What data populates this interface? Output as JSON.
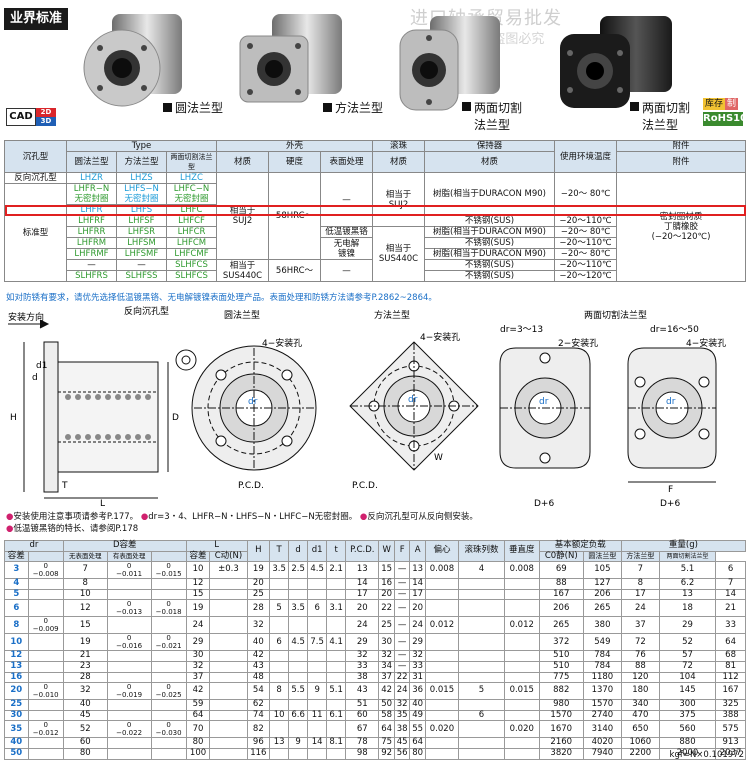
{
  "header": {
    "tag": "业界标准",
    "watermark": "进口轴承贸易批发",
    "watermark_sub": "产品实拍 · 盗图必究"
  },
  "cad": {
    "label": "CAD",
    "b2d": "2D",
    "b3d": "3D"
  },
  "products": [
    {
      "label": "圆法兰型"
    },
    {
      "label": "方法兰型"
    },
    {
      "label": "两面切割\n法兰型"
    },
    {
      "label": "两面切割\n法兰型"
    }
  ],
  "stock": {
    "a": "库存",
    "b": "制",
    "rohs": "RoHS10"
  },
  "spec_table": {
    "h_hole": "沉孔型",
    "h_type": "Type",
    "h_round": "圆法兰型",
    "h_square": "方法兰型",
    "h_cut": "两面切割法兰型",
    "h_shell": "外壳",
    "h_ball": "滚珠",
    "h_retainer": "保持器",
    "h_env": "使用环境温度",
    "h_acc": "附件",
    "m_material": "材质",
    "m_hard": "硬度",
    "m_surface": "表面处理",
    "m_ball_mat": "材质",
    "m_ret_mat": "材质",
    "m_acc": "附件",
    "row_rev": "反向沉孔型",
    "row_std": "标准型",
    "rows": [
      [
        "LHZR",
        "LHZS",
        "LHZC"
      ],
      [
        "LHFR−N\n无密封圈",
        "LHFS−N\n无密封圈",
        "LHFC−N\n无密封圈"
      ],
      [
        "LHFR",
        "LHFS",
        "LHFC"
      ],
      [
        "LHFRF",
        "LHFSF",
        "LHFCF"
      ],
      [
        "LHFRR",
        "LHFSR",
        "LHFCR"
      ],
      [
        "LHFRM",
        "LHFSM",
        "LHFCM"
      ],
      [
        "LHFRMF",
        "LHFSMF",
        "LHFCMF"
      ],
      [
        "—",
        "—",
        "SLHFCS"
      ],
      [
        "SLHFRS",
        "SLHFSS",
        "SLHFCS"
      ]
    ],
    "shell_mat_1": "相当于\nSUJ2",
    "shell_mat_2": "相当于\nSUS440C",
    "hard_1": "58HRC〜",
    "hard_2": "56HRC〜",
    "surf_dash": "—",
    "surf_black": "低温镀黑铬",
    "surf_el": "无电解\n镀镍",
    "ball_1": "相当于\nSUJ2",
    "ball_2": "相当于\nSUS440C",
    "ret_resin": "树脂(相当于DURACON M90)",
    "ret_ss": "不锈钢(SUS)",
    "env_80": "−20〜 80℃",
    "env_110": "−20〜110℃",
    "env_120": "−20〜120℃",
    "acc": "密封圈材质\n丁腈橡胶\n(−20〜120℃)"
  },
  "note1": "如对防锈有要求，请优先选择低温镀黑铬、无电解镀镍表面处理产品。表面处理和防锈方法请参考P.2862~2864。",
  "diagram": {
    "install_dir": "安装方向",
    "rev_hole": "反向沉孔型",
    "round": "圆法兰型",
    "square": "方法兰型",
    "cut": "两面切割法兰型",
    "dr_small": "dr=3〜13",
    "dr_large": "dr=16〜50",
    "holes4": "4−安装孔",
    "holes2": "2−安装孔",
    "pcd": "P.C.D.",
    "dplus": "D+6",
    "dims": {
      "H": "H",
      "L": "L",
      "T": "T",
      "D": "D",
      "d": "d",
      "d1": "d1",
      "W": "W",
      "F": "F",
      "dr": "dr"
    }
  },
  "note2": {
    "a": "安装使用注意事项请参考P.177。",
    "b": "dr=3・4、LHFR−N・LHFS−N・LHFC−N无密封圈。",
    "c": "反向沉孔型可从反向侧安装。",
    "d": "低温镀黑铬的特长、请参阅P.178"
  },
  "dim_table": {
    "headers": {
      "dr": "dr",
      "dr_tol": "容差",
      "D_tol": "D容差",
      "D_none": "无表面处理",
      "D_surf": "有表面处理",
      "L": "L",
      "L_tol": "容差",
      "H": "H",
      "T": "T",
      "d": "d",
      "d1": "d1",
      "t": "t",
      "pcd": "P.C.D.",
      "W": "W",
      "F": "F",
      "A": "A",
      "ecc": "偏心",
      "rows": "滚珠列数",
      "perp": "垂直度",
      "load": "基本额定负载",
      "C": "C动(N)",
      "C0": "C0静(N)",
      "weight": "重量(g)",
      "w_round": "圆法兰型",
      "w_square": "方法兰型",
      "w_cut": "两面切割法兰型"
    },
    "rows": [
      [
        "3",
        "0\n−0.008",
        "7",
        "0\n−0.011",
        "0\n−0.015",
        "10",
        "±0.3",
        "19",
        "3.5",
        "2.5",
        "4.5",
        "2.1",
        "13",
        "15",
        "—",
        "13",
        "0.008",
        "4",
        "0.008",
        "69",
        "105",
        "7",
        "5.1",
        "6"
      ],
      [
        "4",
        "",
        "8",
        "",
        "",
        "12",
        "",
        "20",
        "",
        "",
        "",
        "",
        "14",
        "16",
        "—",
        "14",
        "",
        "",
        "",
        "88",
        "127",
        "8",
        "6.2",
        "7"
      ],
      [
        "5",
        "",
        "10",
        "",
        "",
        "15",
        "",
        "25",
        "",
        "",
        "",
        "",
        "17",
        "20",
        "—",
        "17",
        "",
        "",
        "",
        "167",
        "206",
        "17",
        "13",
        "14"
      ],
      [
        "6",
        "",
        "12",
        "0\n−0.013",
        "0\n−0.018",
        "19",
        "",
        "28",
        "5",
        "3.5",
        "6",
        "3.1",
        "20",
        "22",
        "—",
        "20",
        "",
        "",
        "",
        "206",
        "265",
        "24",
        "18",
        "21"
      ],
      [
        "8",
        "0\n−0.009",
        "15",
        "",
        "",
        "24",
        "",
        "32",
        "",
        "",
        "",
        "",
        "24",
        "25",
        "—",
        "24",
        "0.012",
        "",
        "0.012",
        "265",
        "380",
        "37",
        "29",
        "33"
      ],
      [
        "10",
        "",
        "19",
        "0\n−0.016",
        "0\n−0.021",
        "29",
        "",
        "40",
        "6",
        "4.5",
        "7.5",
        "4.1",
        "29",
        "30",
        "—",
        "29",
        "",
        "",
        "",
        "372",
        "549",
        "72",
        "52",
        "64"
      ],
      [
        "12",
        "",
        "21",
        "",
        "",
        "30",
        "",
        "42",
        "",
        "",
        "",
        "",
        "32",
        "32",
        "—",
        "32",
        "",
        "",
        "",
        "510",
        "784",
        "76",
        "57",
        "68"
      ],
      [
        "13",
        "",
        "23",
        "",
        "",
        "32",
        "",
        "43",
        "",
        "",
        "",
        "",
        "33",
        "34",
        "—",
        "33",
        "",
        "",
        "",
        "510",
        "784",
        "88",
        "72",
        "81"
      ],
      [
        "16",
        "",
        "28",
        "",
        "",
        "37",
        "",
        "48",
        "",
        "",
        "",
        "",
        "38",
        "37",
        "22",
        "31",
        "",
        "",
        "",
        "775",
        "1180",
        "120",
        "104",
        "112"
      ],
      [
        "20",
        "0\n−0.010",
        "32",
        "0\n−0.019",
        "0\n−0.025",
        "42",
        "",
        "54",
        "8",
        "5.5",
        "9",
        "5.1",
        "43",
        "42",
        "24",
        "36",
        "0.015",
        "5",
        "0.015",
        "882",
        "1370",
        "180",
        "145",
        "167"
      ],
      [
        "25",
        "",
        "40",
        "",
        "",
        "59",
        "",
        "62",
        "",
        "",
        "",
        "",
        "51",
        "50",
        "32",
        "40",
        "",
        "",
        "",
        "980",
        "1570",
        "340",
        "300",
        "325"
      ],
      [
        "30",
        "",
        "45",
        "",
        "",
        "64",
        "",
        "74",
        "10",
        "6.6",
        "11",
        "6.1",
        "60",
        "58",
        "35",
        "49",
        "",
        "6",
        "",
        "1570",
        "2740",
        "470",
        "375",
        "388"
      ],
      [
        "35",
        "0\n−0.012",
        "52",
        "0\n−0.022",
        "0\n−0.030",
        "70",
        "",
        "82",
        "",
        "",
        "",
        "",
        "67",
        "64",
        "38",
        "55",
        "0.020",
        "",
        "0.020",
        "1670",
        "3140",
        "650",
        "560",
        "575"
      ],
      [
        "40",
        "",
        "60",
        "",
        "",
        "80",
        "",
        "96",
        "13",
        "9",
        "14",
        "8.1",
        "78",
        "75",
        "45",
        "64",
        "",
        "",
        "",
        "2160",
        "4020",
        "1060",
        "880",
        "913"
      ],
      [
        "50",
        "",
        "80",
        "",
        "",
        "100",
        "",
        "116",
        "",
        "",
        "",
        "",
        "98",
        "92",
        "56",
        "80",
        "",
        "",
        "",
        "3820",
        "7940",
        "2200",
        "2000",
        "2037"
      ]
    ]
  },
  "footnote": "kgf=N×0.101972"
}
